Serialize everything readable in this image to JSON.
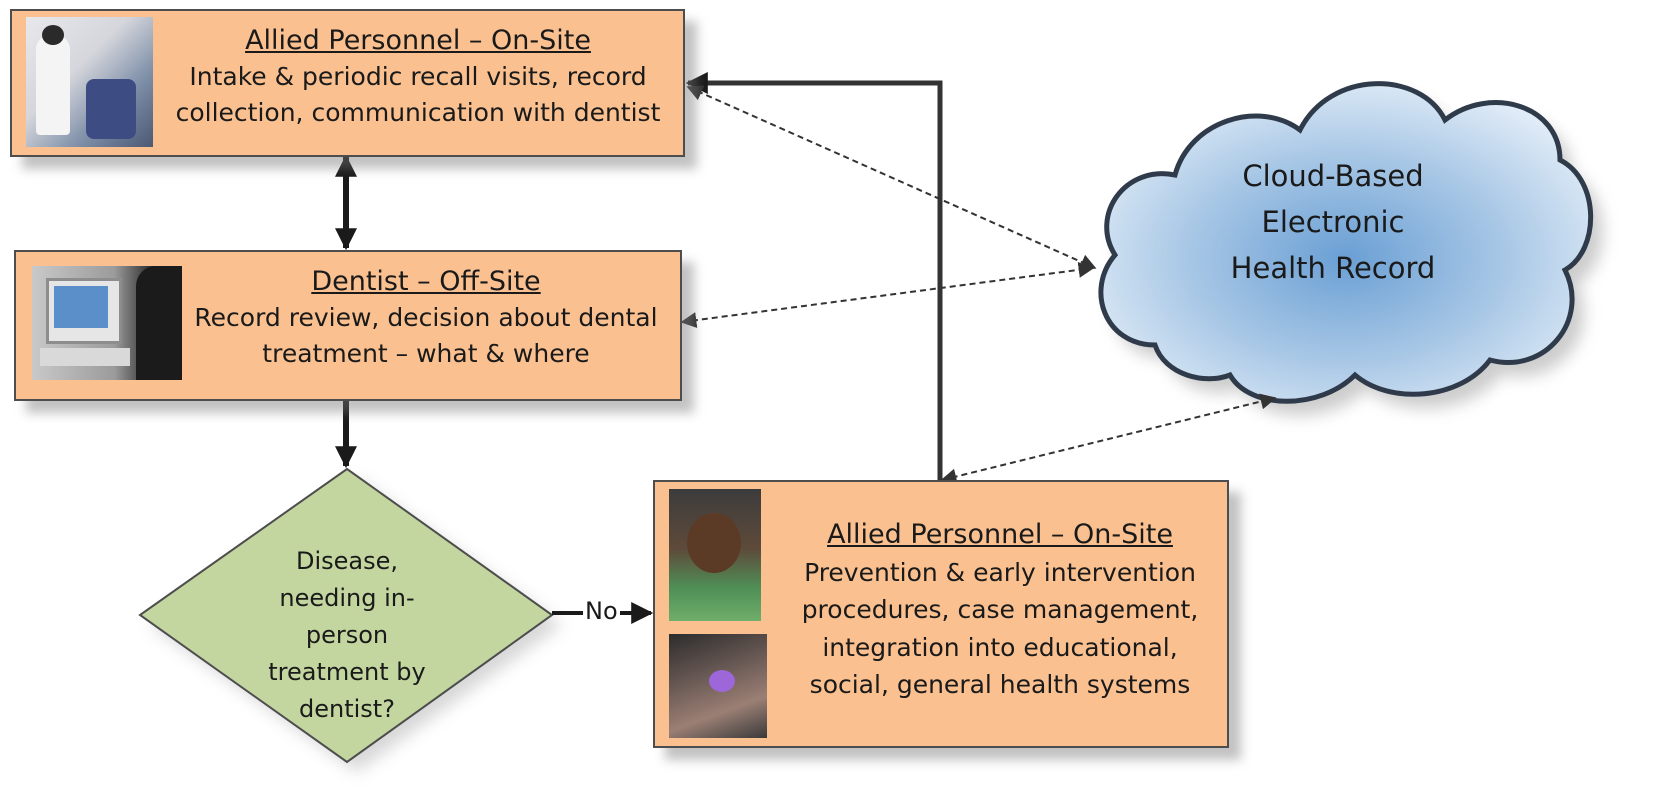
{
  "box1": {
    "title": "Allied Personnel – On-Site",
    "body": "Intake & periodic recall visits, record collection, communication with dentist",
    "photo": "dental-exam-photo"
  },
  "box2": {
    "title": "Dentist – Off-Site",
    "body": "Record review, decision about dental treatment – what & where",
    "photo": "computer-workstation-photo"
  },
  "box3": {
    "title": "Allied Personnel – On-Site",
    "body": "Prevention & early intervention procedures, case management, integration into educational, social, general health systems",
    "photos": [
      "child-patient-photo",
      "oral-procedure-photo"
    ]
  },
  "decision": {
    "text": "Disease, needing in-person treatment by dentist?",
    "no_label": "No"
  },
  "cloud": {
    "text": "Cloud-Based Electronic Health Record"
  },
  "colors": {
    "box_fill": "#fac090",
    "diamond_fill": "#c4d6a0",
    "cloud_fill": "#a9c8e6",
    "border": "#4d4d4d"
  }
}
